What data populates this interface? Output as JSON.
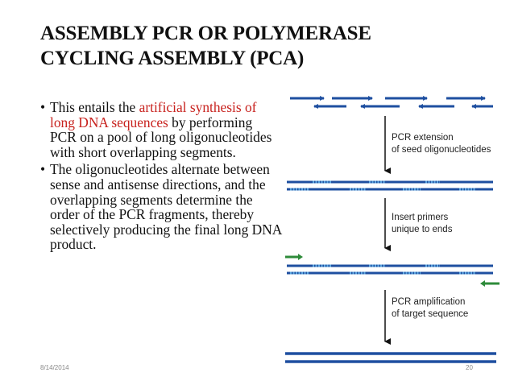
{
  "slide": {
    "title_line1": "ASSEMBLY PCR OR POLYMERASE",
    "title_line2": "CYCLING ASSEMBLY (PCA)",
    "bullets": [
      {
        "symbol": "•",
        "pre": "This entails the ",
        "highlight": "artificial synthesis of long DNA sequences",
        "post": " by performing PCR on a pool of long oligonucleotides with short overlapping segments."
      },
      {
        "symbol": "•",
        "text": "The oligonucleotides alternate between sense and antisense directions, and the overlapping segments determine the order of the PCR fragments, thereby selectively producing the final long DNA product."
      }
    ],
    "footer": {
      "date": "8/14/2014",
      "page": "20"
    }
  },
  "diagram": {
    "steps": [
      {
        "line1": "PCR extension",
        "line2": "of seed oligonucleotides"
      },
      {
        "line1": "Insert primers",
        "line2": "unique to ends"
      },
      {
        "line1": "PCR amplification",
        "line2": "of target sequence"
      }
    ]
  },
  "colors": {
    "title": "#111111",
    "highlight": "#c8221e",
    "strand": "#1e4fa0",
    "strand_light": "#5aa6e0",
    "primer": "#2e8b3a",
    "arrow": "#111111"
  }
}
